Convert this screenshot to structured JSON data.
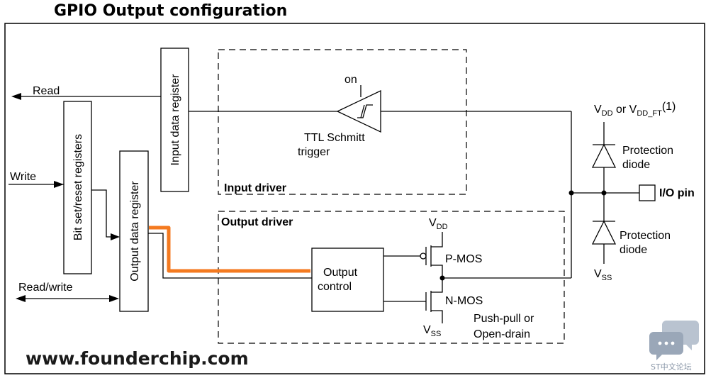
{
  "title": "GPIO Output configuration",
  "labels": {
    "read": "Read",
    "write": "Write",
    "read_write": "Read/write",
    "input_data_register": "Input data register",
    "bit_set_reset_registers": "Bit set/reset registers",
    "output_data_register": "Output data register",
    "input_driver": "Input driver",
    "output_driver": "Output driver",
    "schmitt_on": "on",
    "schmitt_line1": "TTL Schmitt",
    "schmitt_line2": "trigger",
    "output_control_line1": "Output",
    "output_control_line2": "control",
    "pmos": "P-MOS",
    "nmos": "N-MOS",
    "vdd": "V",
    "vdd_sub": "DD",
    "vss": "V",
    "vss_sub": "SS",
    "push_pull_line1": "Push-pull or",
    "push_pull_line2": "Open-drain",
    "supply_v1": "V",
    "supply_v1_sub": "DD",
    "supply_or": " or V",
    "supply_v2_sub": "DD_FT",
    "supply_note": "(1)",
    "protection_top_line1": "Protection",
    "protection_top_line2": "diode",
    "protection_bottom_line1": "Protection",
    "protection_bottom_line2": "diode",
    "io_pin": "I/O pin",
    "ground": "V",
    "ground_sub": "SS"
  },
  "watermark": {
    "url": "www.founderchip.com",
    "forum": "ST中文论坛"
  },
  "colors": {
    "highlight_path": "#f47a20",
    "watermark_icon": "#9aa7b8"
  }
}
